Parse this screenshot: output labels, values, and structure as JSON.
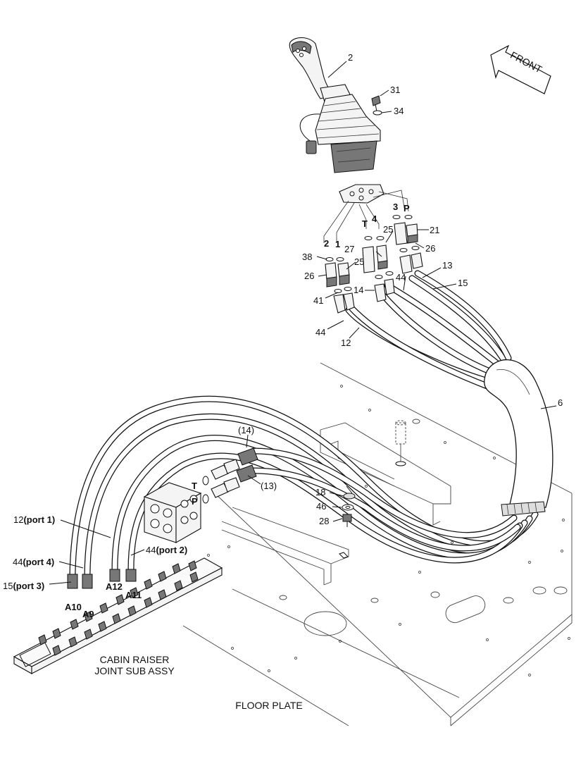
{
  "labels": {
    "front": "FRONT",
    "n2": "2",
    "n31": "31",
    "n34": "34",
    "n21": "21",
    "n26a": "26",
    "n26b": "26",
    "n25a": "25",
    "n25b": "25",
    "n27": "27",
    "n38": "38",
    "n41": "41",
    "n44a": "44",
    "n44b": "44",
    "n14": "14",
    "n13": "13",
    "n15": "15",
    "n12": "12",
    "n6": "6",
    "n18": "18",
    "n46": "46",
    "n28": "28",
    "p14": "(14)",
    "p13": "(13)",
    "port_T1": "T",
    "port_41": "4",
    "port_31": "3",
    "port_P1": "P",
    "port_21": "2",
    "port_11": "1",
    "valve_T": "T",
    "valve_P": "P",
    "port1_num": "12",
    "port1_txt": "(port 1)",
    "port4_num": "44",
    "port4_txt": "(port 4)",
    "port3_num": "15",
    "port3_txt": "(port 3)",
    "port2_num": "44",
    "port2_txt": "(port 2)",
    "a12": "A12",
    "a11": "A11",
    "a10": "A10",
    "a9": "A9",
    "cabin_line1": "CABIN RAISER",
    "cabin_line2": "JOINT SUB ASSY",
    "floor": "FLOOR PLATE"
  }
}
